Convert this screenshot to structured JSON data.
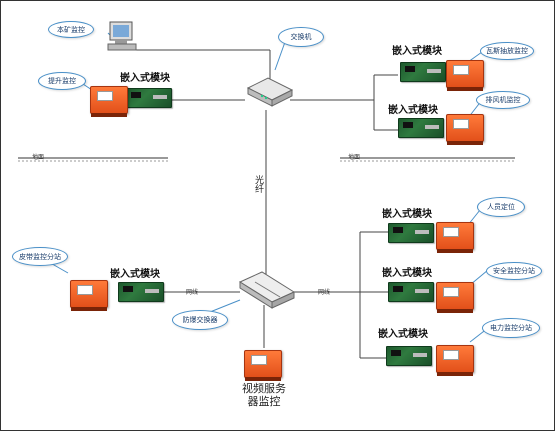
{
  "nodes": {
    "mine_monitor": "本矿监控",
    "switch": "交换机",
    "hoist_monitor": "提升监控",
    "embedded_module": "嵌入式模块",
    "gas_drainage": "瓦斯抽放监控",
    "fan_monitor": "排风机监控",
    "personnel_location": "人员定位",
    "safety_monitor": "安全监控分站",
    "belt_monitor": "皮带监控分站",
    "power_monitor": "电力监控分站",
    "fiber": "光纤",
    "network_line": "网线",
    "field_switch": "防爆交换器",
    "video_server": "视频服务器监控",
    "ground": "地面"
  },
  "colors": {
    "callout_border": "#4a90c8",
    "device_orange": "#e2501a",
    "pcb_green": "#2f7a3f"
  }
}
